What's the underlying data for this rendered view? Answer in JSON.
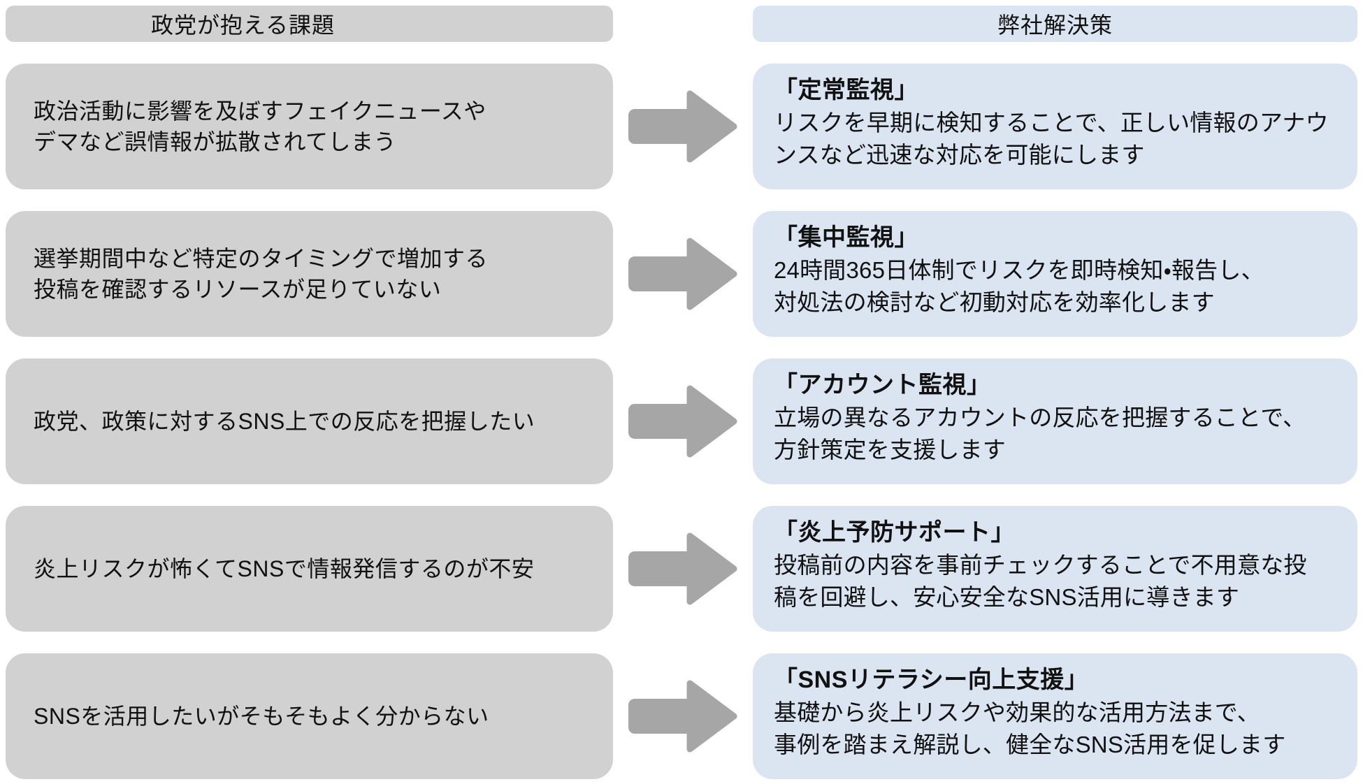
{
  "diagram": {
    "left_header": "政党が抱える課題",
    "right_header": "弊社解決策",
    "rows": [
      {
        "issue": "政治活動に影響を及ぼすフェイクニュースや\nデマなど誤情報が拡散されてしまう",
        "solution_title": "「定常監視」",
        "solution_body": "リスクを早期に検知することで、正しい情報のアナウ\nンスなど迅速な対応を可能にします"
      },
      {
        "issue": "選挙期間中など特定のタイミングで増加する\n投稿を確認するリソースが足りていない",
        "solution_title": "「集中監視」",
        "solution_body": "24時間365日体制でリスクを即時検知・報告し、\n対処法の検討など初動対応を効率化します"
      },
      {
        "issue": "政党、政策に対するSNS上での反応を把握したい",
        "solution_title": "「アカウント監視」",
        "solution_body": "立場の異なるアカウントの反応を把握することで、\n方針策定を支援します"
      },
      {
        "issue": "炎上リスクが怖くてSNSで情報発信するのが不安",
        "solution_title": "「炎上予防サポート」",
        "solution_body": "投稿前の内容を事前チェックすることで不用意な投\n稿を回避し、安心安全なSNS活用に導きます"
      },
      {
        "issue": "SNSを活用したいがそもそもよく分からない",
        "solution_title": "「SNSリテラシー向上支援」",
        "solution_body": "基礎から炎上リスクや効果的な活用方法まで、\n事例を踏まえ解説し、健全なSNS活用を促します"
      }
    ]
  },
  "colors": {
    "issue_box_bg": "#d1d1d1",
    "solution_box_bg": "#dbe5f1",
    "arrow": "#a6a6a6",
    "text": "#111111",
    "background": "#ffffff"
  },
  "icons": {
    "arrow": "right-arrow-icon"
  }
}
